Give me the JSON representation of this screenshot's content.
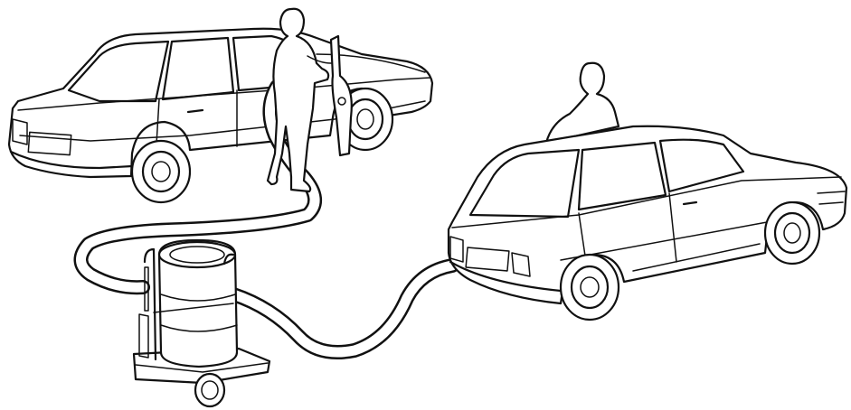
{
  "illustration": {
    "style": "black line art on white background",
    "stroke_color": "#111111",
    "background_color": "#ffffff",
    "subjects": [
      "sedan-car",
      "hatchback-car",
      "standing-person",
      "seated-person",
      "cylinder-drum-on-hand-truck",
      "hose"
    ]
  }
}
